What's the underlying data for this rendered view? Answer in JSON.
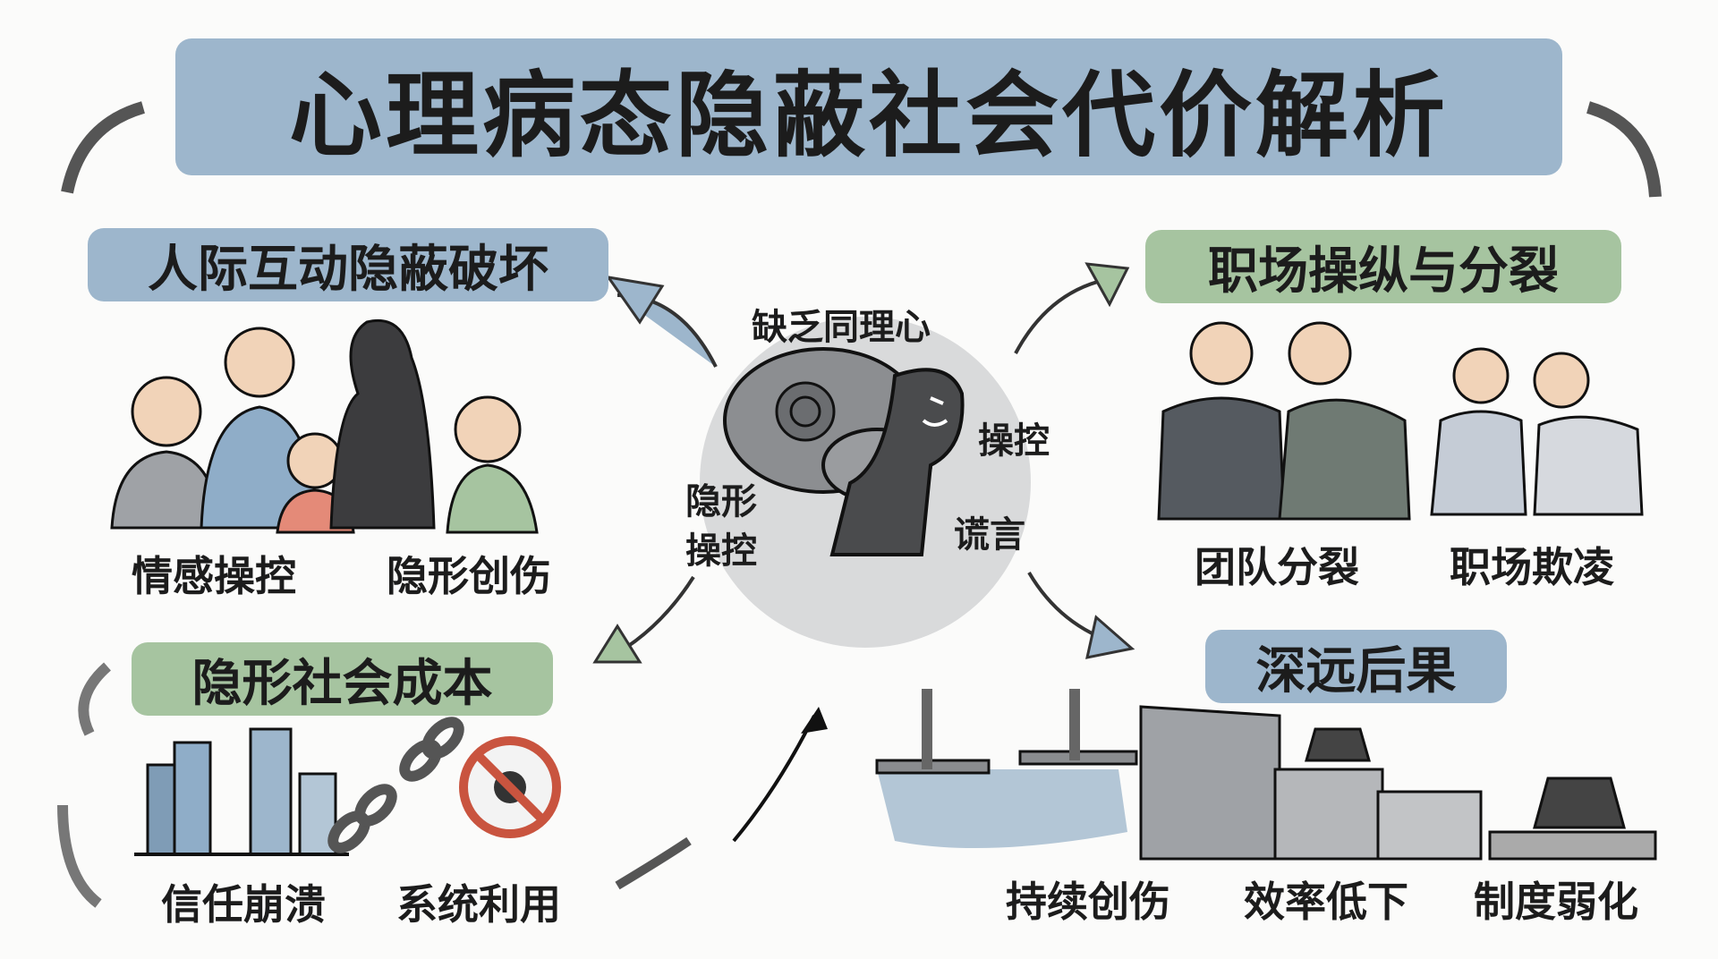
{
  "title": "心理病态隐蔽社会代价解析",
  "center": {
    "top_label": "缺乏同理心",
    "right_top_label": "操控",
    "right_bottom_label": "谎言",
    "left_label_line1": "隐形",
    "left_label_line2": "操控"
  },
  "sections": {
    "interpersonal": {
      "title": "人际互动隐蔽破坏",
      "labels": [
        "情感操控",
        "隐形创伤"
      ]
    },
    "workplace": {
      "title": "职场操纵与分裂",
      "labels": [
        "团队分裂",
        "职场欺凌"
      ]
    },
    "social_cost": {
      "title": "隐形社会成本",
      "labels": [
        "信任崩溃",
        "系统利用"
      ]
    },
    "consequences": {
      "title": "深远后果",
      "labels": [
        "持续创伤",
        "效率低下",
        "制度弱化"
      ]
    }
  },
  "colors": {
    "blue_banner": "#9db6cc",
    "green_banner": "#a6c4a0",
    "dark_figure": "#3c3c3e",
    "circle": "#d9dadb"
  }
}
